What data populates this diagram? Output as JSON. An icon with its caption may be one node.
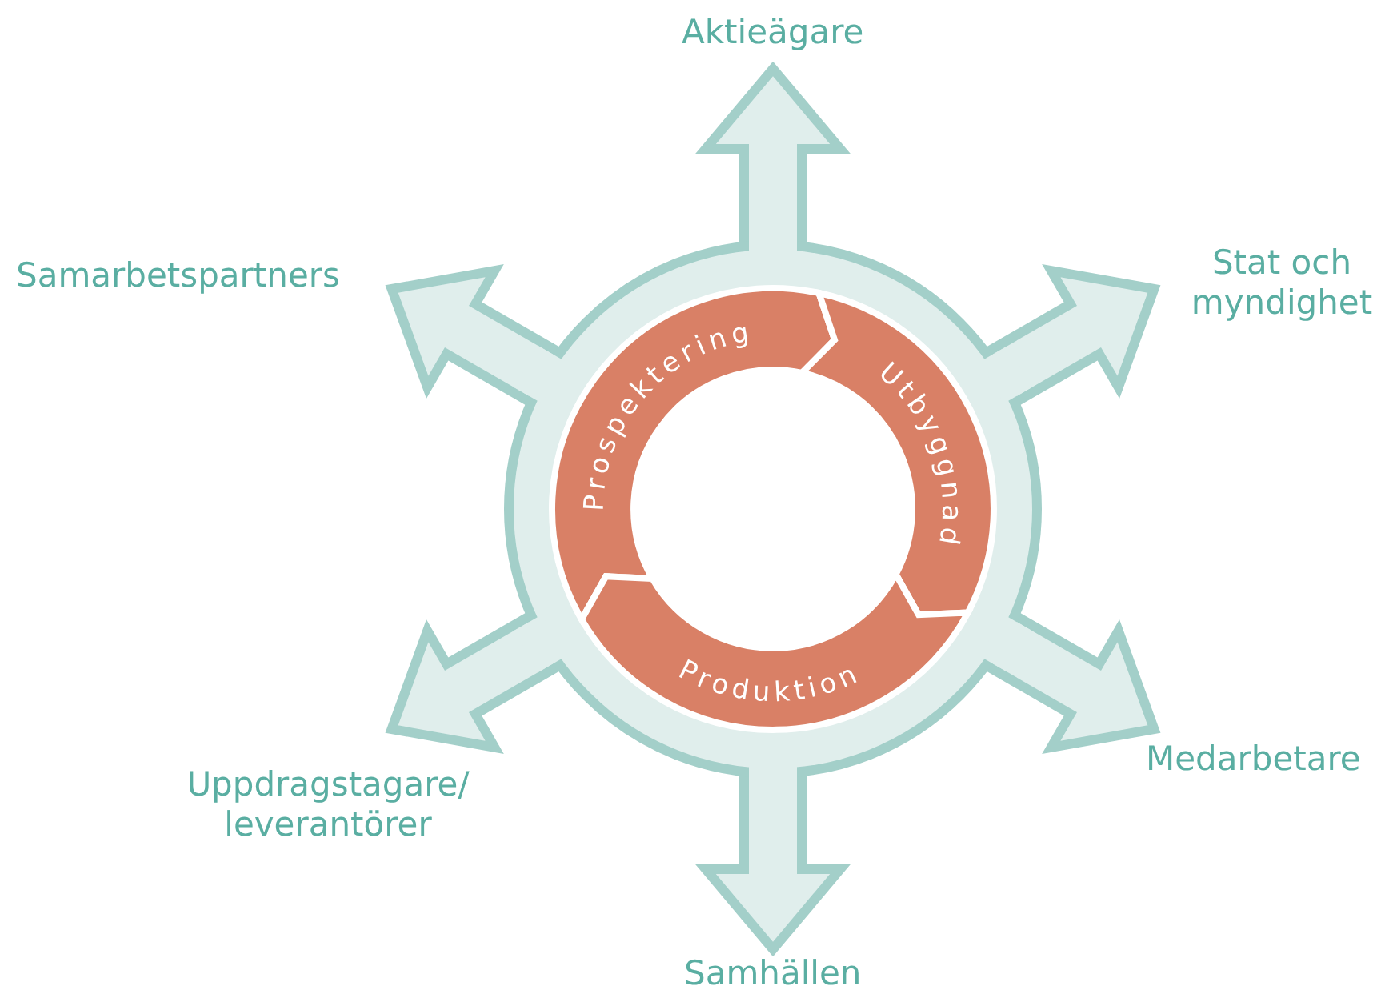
{
  "diagram": {
    "nodes": [
      {
        "text": [],
        "shape": "circle"
      },
      {
        "text": [
          "Prospektering"
        ],
        "in": 0
      },
      {
        "text": [
          "Utbyggnad"
        ],
        "in": 0
      },
      {
        "text": [
          "Produktion"
        ],
        "in": 0
      },
      {
        "text": [
          "Aktieägare"
        ]
      },
      {
        "text": [
          "Samarbetspartners"
        ]
      },
      {
        "text": [
          "Stat och myndighet"
        ]
      },
      {
        "text": [
          "Uppdragstagare/ leverantörer"
        ]
      },
      {
        "text": [
          "Medarbetare"
        ]
      },
      {
        "text": [
          "Samhällen"
        ]
      }
    ],
    "edges": [
      {
        "from": 0,
        "to": 4,
        "arrow": "to",
        "style": "thick"
      },
      {
        "from": 0,
        "to": 5,
        "arrow": "to",
        "style": "thick"
      },
      {
        "from": 0,
        "to": 6,
        "arrow": "to",
        "style": "thick"
      },
      {
        "from": 0,
        "to": 7,
        "arrow": "to",
        "style": "thick"
      },
      {
        "from": 0,
        "to": 8,
        "arrow": "to",
        "style": "thick"
      },
      {
        "from": 0,
        "to": 9,
        "arrow": "to",
        "style": "thick"
      }
    ]
  }
}
